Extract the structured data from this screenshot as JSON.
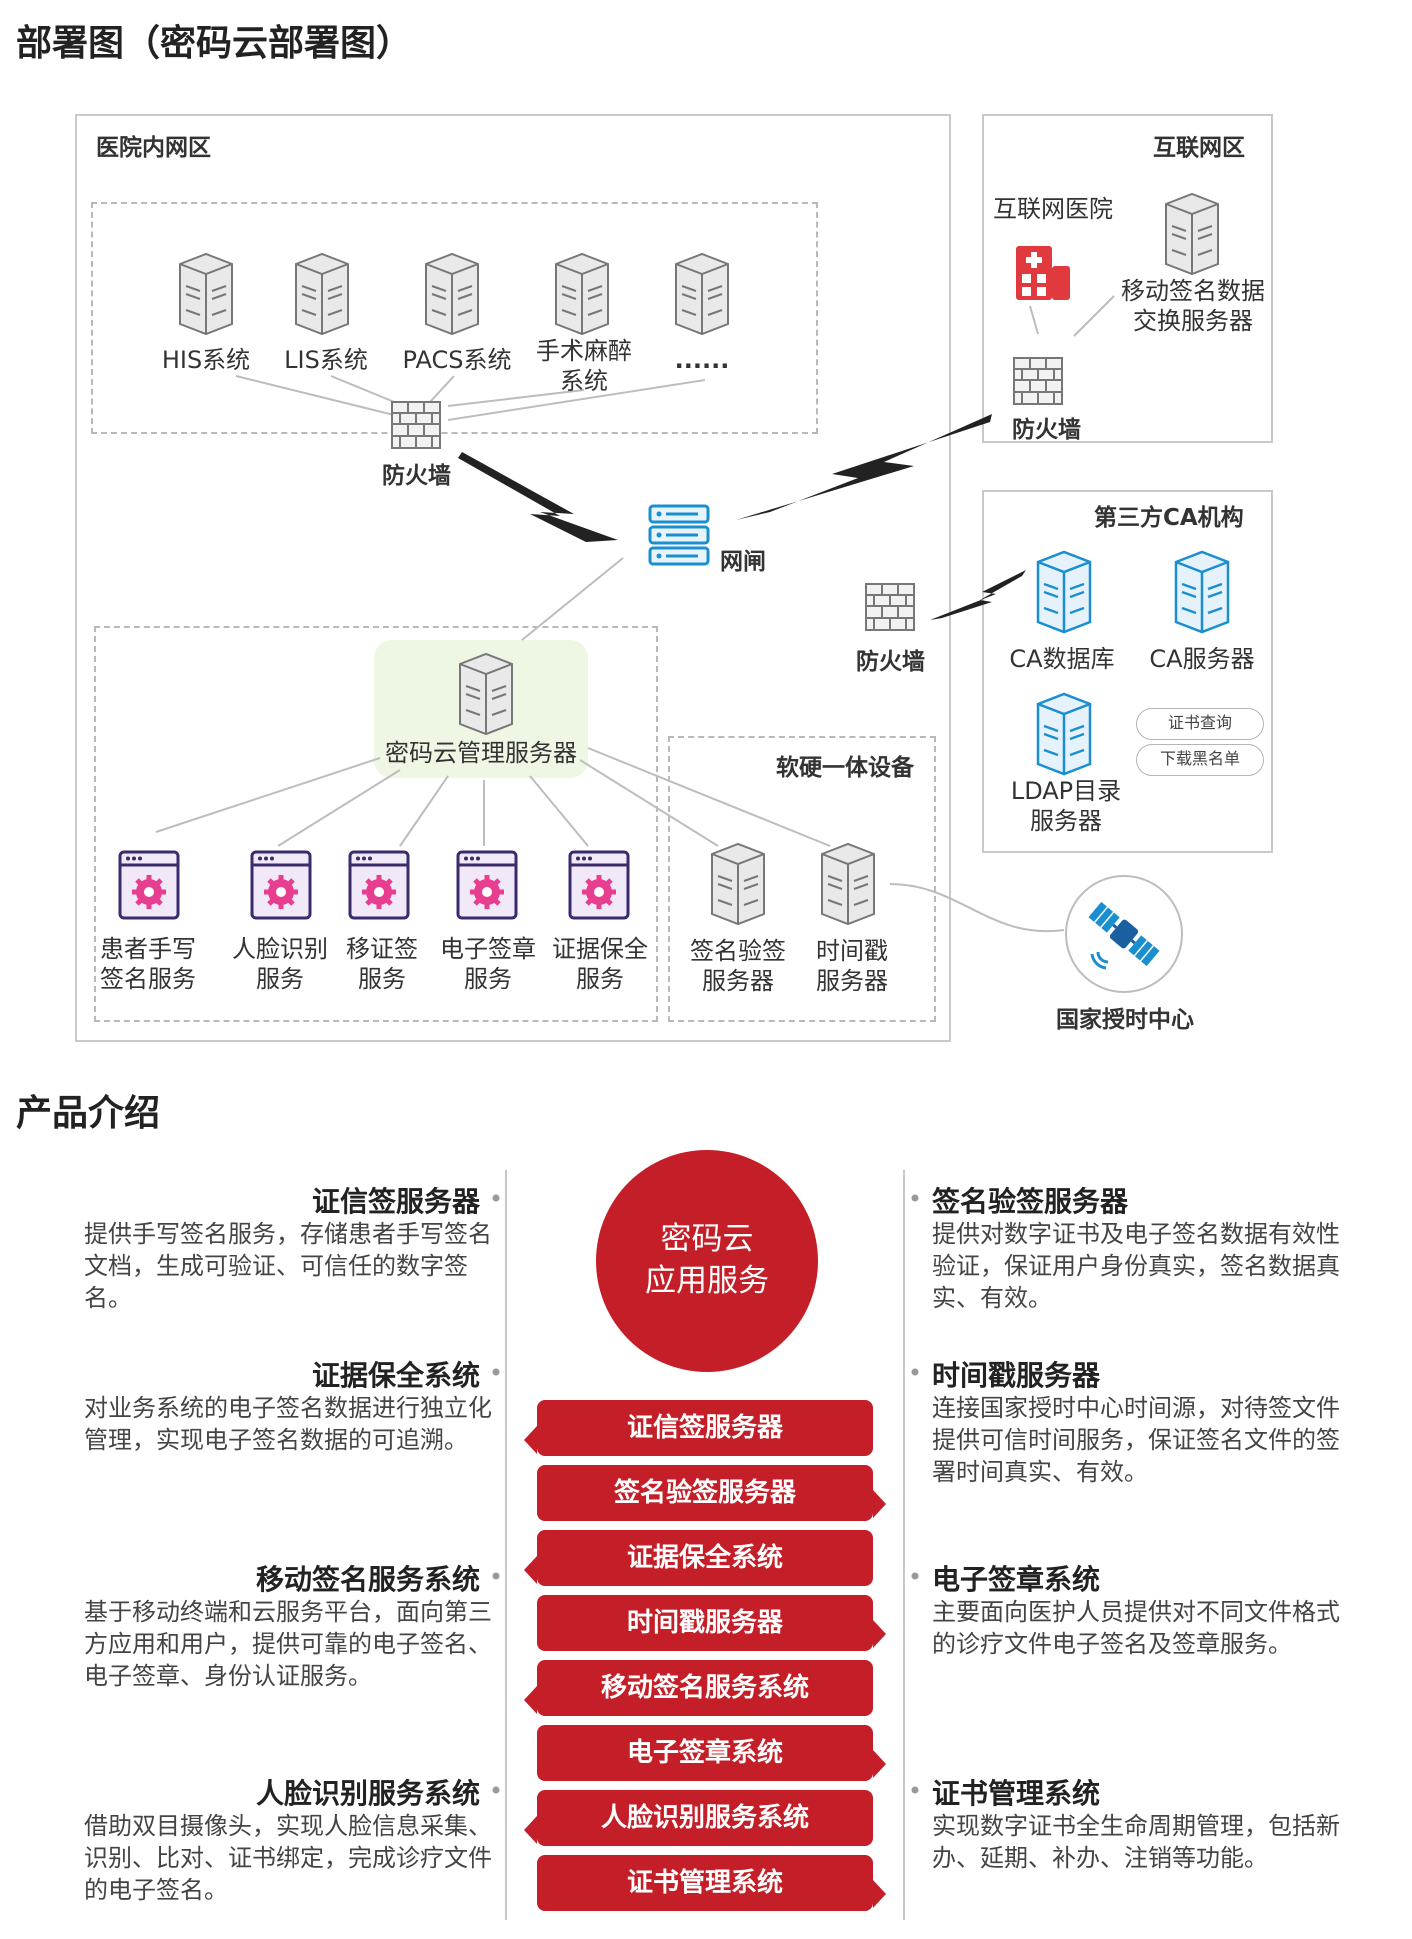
{
  "deploy": {
    "title": "部署图（密码云部署图）",
    "zones": {
      "hospital": "医院内网区",
      "internet": "互联网区",
      "third_ca": "第三方CA机构",
      "device": "软硬一体设备"
    },
    "systems": [
      "HIS系统",
      "LIS系统",
      "PACS系统",
      "手术麻醉\n系统",
      "......"
    ],
    "firewall": "防火墙",
    "gateway": "网闸",
    "mgmt_server": "密码云管理服务器",
    "services": [
      "患者手写\n签名服务",
      "人脸识别\n服务",
      "移证签\n服务",
      "电子签章\n服务",
      "证据保全\n服务"
    ],
    "device_servers": [
      "签名验签\n服务器",
      "时间戳\n服务器"
    ],
    "internet_hospital": "互联网医院",
    "mobile_exchange": "移动签名数据\n交换服务器",
    "ca_db": "CA数据库",
    "ca_server": "CA服务器",
    "ldap": "LDAP目录\n服务器",
    "cert_query": "证书查询",
    "download_blacklist": "下载黑名单",
    "time_center": "国家授时中心"
  },
  "product": {
    "title": "产品介绍",
    "center": "密码云\n应用服务",
    "buttons": [
      "证信签服务器",
      "签名验签服务器",
      "证据保全系统",
      "时间戳服务器",
      "移动签名服务系统",
      "电子签章系统",
      "人脸识别服务系统",
      "证书管理系统"
    ],
    "left": [
      {
        "title": "证信签服务器",
        "body": "提供手写签名服务，存储患者手写签名文档，生成可验证、可信任的数字签名。"
      },
      {
        "title": "证据保全系统",
        "body": "对业务系统的电子签名数据进行独立化管理，实现电子签名数据的可追溯。"
      },
      {
        "title": "移动签名服务系统",
        "body": "基于移动终端和云服务平台，面向第三方应用和用户，提供可靠的电子签名、电子签章、身份认证服务。"
      },
      {
        "title": "人脸识别服务系统",
        "body": "借助双目摄像头，实现人脸信息采集、识别、比对、证书绑定，完成诊疗文件的电子签名。"
      }
    ],
    "right": [
      {
        "title": "签名验签服务器",
        "body": "提供对数字证书及电子签名数据有效性验证，保证用户身份真实，签名数据真实、有效。"
      },
      {
        "title": "时间戳服务器",
        "body": "连接国家授时中心时间源，对待签文件提供可信时间服务，保证签名文件的签署时间真实、有效。"
      },
      {
        "title": "电子签章系统",
        "body": "主要面向医护人员提供对不同文件格式的诊疗文件电子签名及签章服务。"
      },
      {
        "title": "证书管理系统",
        "body": "实现数字证书全生命周期管理，包括新办、延期、补办、注销等功能。"
      }
    ]
  },
  "colors": {
    "accent_red": "#c41f28",
    "gateway_blue": "#1a8fd0",
    "hospital_red": "#e03a3e",
    "mgmt_green": "#eef6e4"
  }
}
